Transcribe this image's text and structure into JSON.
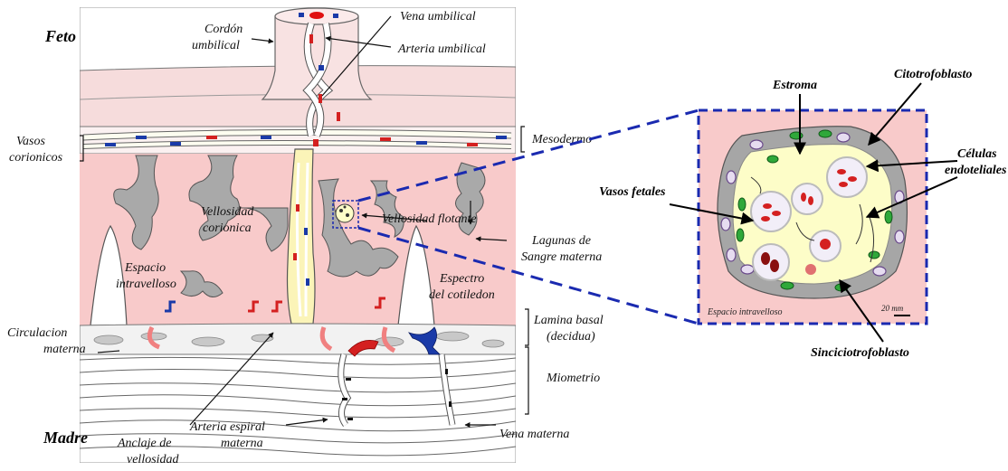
{
  "labels": {
    "feto": "Feto",
    "madre": "Madre",
    "cordon_1": "Cordón",
    "cordon_2": "umbilical",
    "vena_umbilical": "Vena umbilical",
    "arteria_umbilical": "Arteria umbilical",
    "vasos_1": "Vasos",
    "vasos_2": "corionicos",
    "mesodermo": "Mesodermo",
    "vellosidad_1": "Vellosidad",
    "vellosidad_2": "corionica",
    "vellosidad_flotante": "Vellosidad flotante",
    "lagunas_1": "Lagunas de",
    "lagunas_2": "Sangre materna",
    "espacio_1": "Espacio",
    "espacio_2": "intravelloso",
    "espectro_1": "Espectro",
    "espectro_2": "del cotiledon",
    "lamina_1": "Lamina basal",
    "lamina_2": "(decidua)",
    "circulacion_1": "Circulacion",
    "circulacion_2": "materna",
    "miometrio": "Miometrio",
    "anclaje_1": "Anclaje de",
    "anclaje_2": "vellosidad",
    "arteria_espiral_1": "Arteria espiral",
    "arteria_espiral_2": "materna",
    "vena_materna": "Vena materna"
  },
  "inset": {
    "estroma": "Estroma",
    "citotrofoblasto": "Citotrofoblasto",
    "celulas_1": "Células",
    "celulas_2": "endoteliales",
    "vasos_fetales": "Vasos fetales",
    "sincitiotrofoblasto": "Sinciciotrofoblasto",
    "espacio_intravelloso": "Espacio intravelloso",
    "scale": "20 mm"
  },
  "colors": {
    "maternal_blood": "#f8c8c8",
    "chorion_plate": "#f6e3e3",
    "stroma": "#fdfdc8",
    "villus_gray": "#a8a8a8",
    "artery_red": "#d42020",
    "vein_blue": "#1a3aa8",
    "inset_border": "#1a2ab0"
  }
}
